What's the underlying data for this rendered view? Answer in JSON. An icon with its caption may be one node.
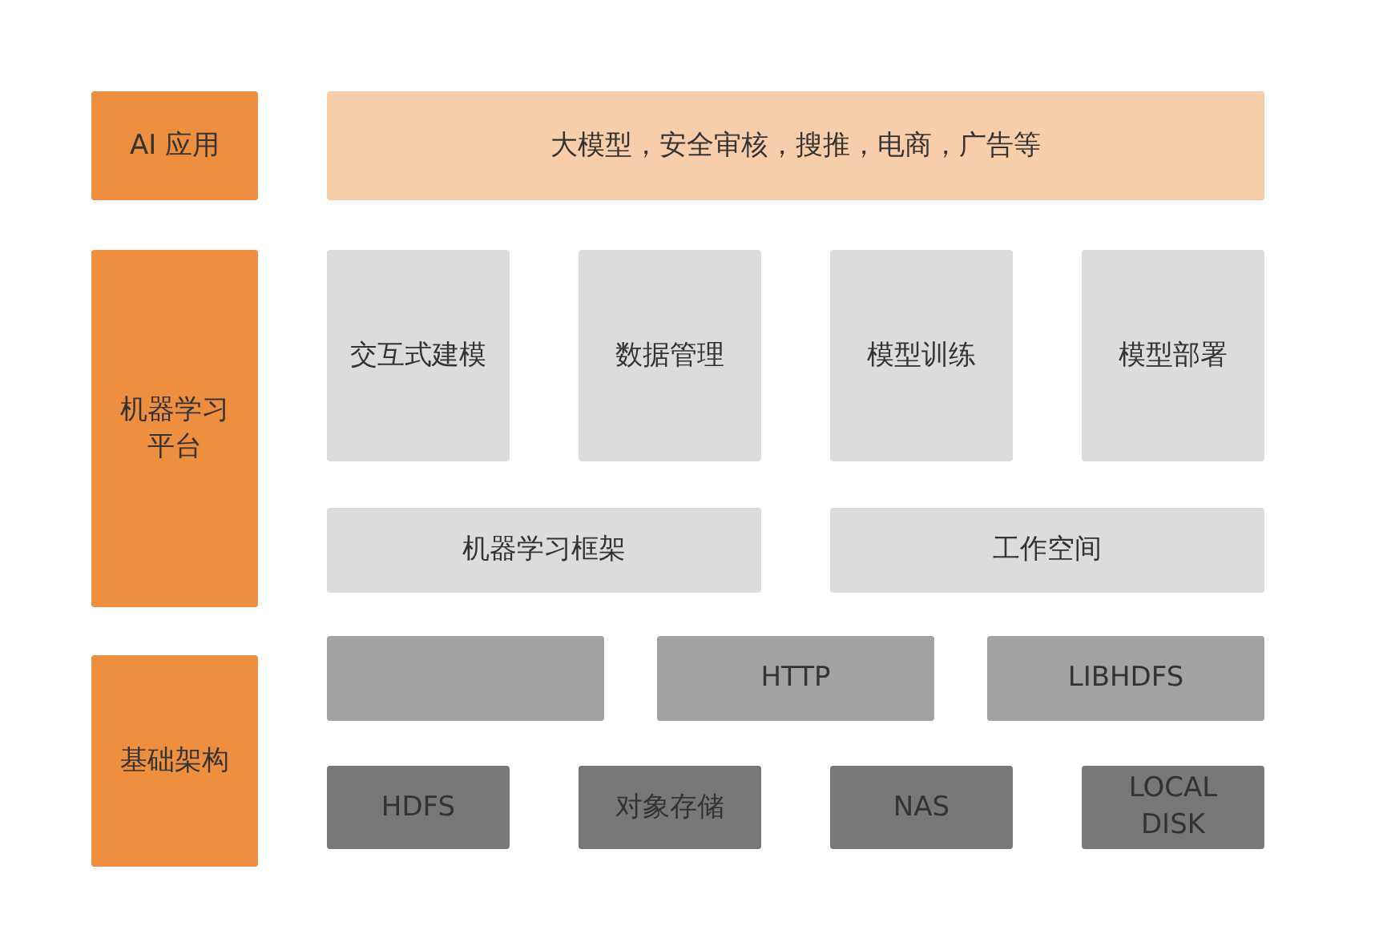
{
  "diagram": {
    "nodes": [
      {
        "text": [
          "AI 应用"
        ]
      },
      {
        "text": [
          "大模型，安全审核，搜推，电商，广告等"
        ]
      },
      {
        "text": [
          "机器学习平台"
        ]
      },
      {
        "text": [
          "交互式建模"
        ]
      },
      {
        "text": [
          "数据管理"
        ]
      },
      {
        "text": [
          "模型训练"
        ]
      },
      {
        "text": [
          "模型部署"
        ]
      },
      {
        "text": [
          "机器学习框架"
        ]
      },
      {
        "text": [
          "工作空间"
        ]
      },
      {
        "text": [
          "基础架构"
        ]
      },
      {
        "text": [],
        "shape": "box"
      },
      {
        "text": [
          "HTTP"
        ]
      },
      {
        "text": [
          "LIBHDFS"
        ]
      },
      {
        "text": [
          "HDFS"
        ]
      },
      {
        "text": [
          "对象存储"
        ]
      },
      {
        "text": [
          "NAS"
        ]
      },
      {
        "text": [
          "LOCAL DISK"
        ]
      }
    ],
    "edges": []
  }
}
